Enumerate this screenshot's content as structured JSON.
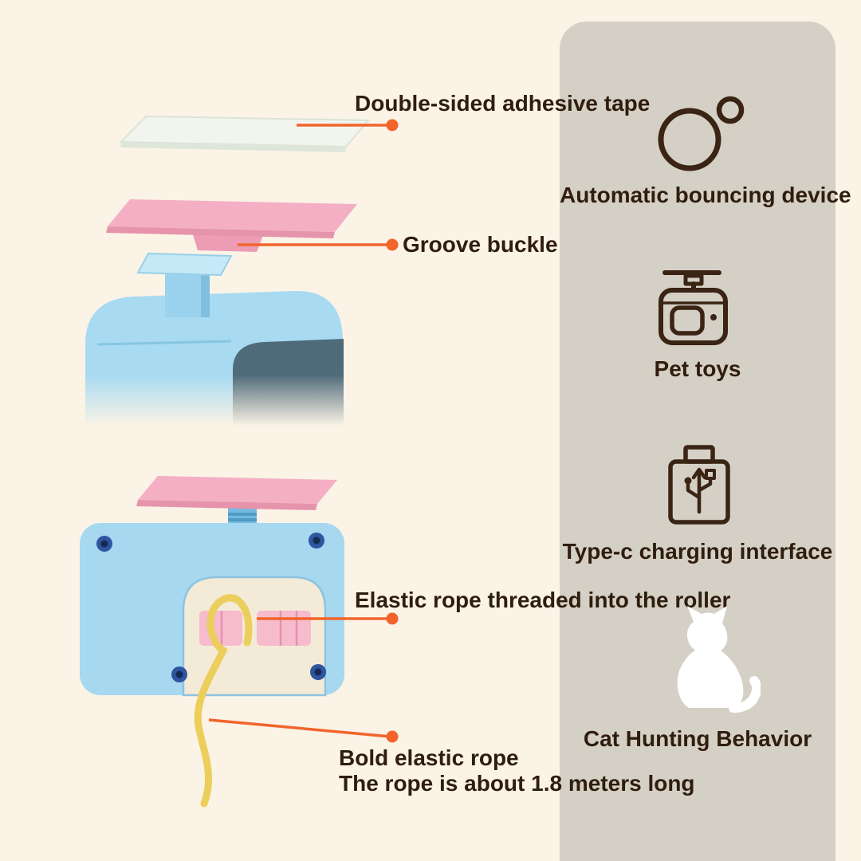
{
  "colors": {
    "background": "#faf3e6",
    "panel": "#d5d0c5",
    "accent_orange": "#f2642b",
    "text_brown": "#2f1d0e",
    "icon_brown": "#3a2414",
    "product_blue": "#a8daf2",
    "product_pink": "#f4afc4",
    "rope_yellow": "#ecce5c",
    "screw_navy": "#2f54a0",
    "cat_white": "#ffffff"
  },
  "callouts": {
    "adhesive_tape": {
      "label": "Double-sided adhesive tape"
    },
    "groove_buckle": {
      "label": "Groove buckle"
    },
    "rope_roller": {
      "label": "Elastic rope threaded into the roller"
    },
    "bold_rope": {
      "label": "Bold elastic rope",
      "sublabel": "The rope is about 1.8 meters long"
    }
  },
  "features": [
    {
      "icon": "bouncing-device-icon",
      "label": "Automatic bouncing device"
    },
    {
      "icon": "pet-toys-icon",
      "label": "Pet toys"
    },
    {
      "icon": "type-c-icon",
      "label": "Type-c charging interface"
    },
    {
      "icon": "cat-hunting-icon",
      "label": "Cat Hunting Behavior"
    }
  ]
}
